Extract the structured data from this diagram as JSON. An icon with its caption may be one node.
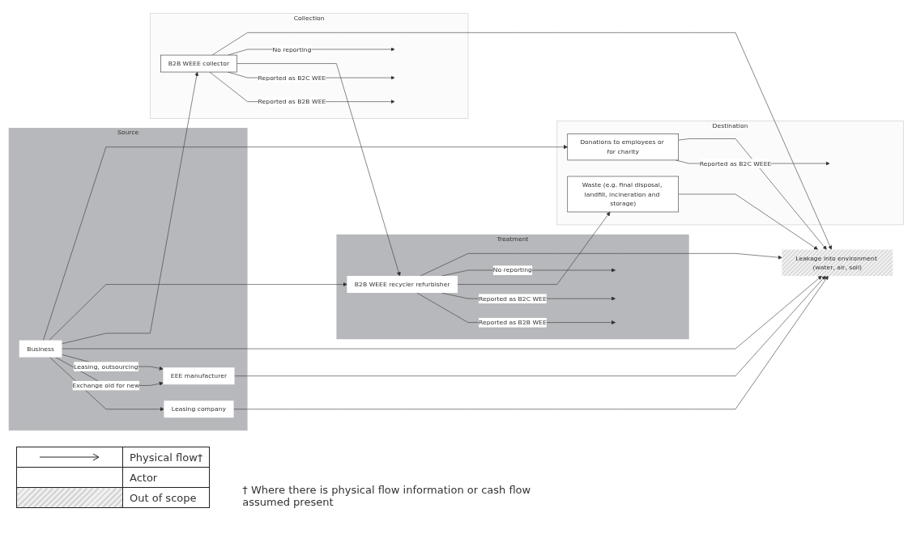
{
  "diagram": {
    "nodes": [
      {
        "text": [
          "Source"
        ]
      },
      {
        "text": [
          "EEE manufacturer"
        ],
        "in": 0
      },
      {
        "text": [
          "Leasing company"
        ],
        "in": 0
      },
      {
        "text": [
          "Business"
        ],
        "in": 0
      },
      {
        "text": [
          "Collection"
        ]
      },
      {
        "text": [
          "B2B WEEE collector"
        ],
        "in": 4
      },
      {
        "text": [
          "Treatment"
        ]
      },
      {
        "text": [
          "B2B WEEE recycler refurbisher"
        ],
        "in": 6
      },
      {
        "text": [
          "Destination"
        ]
      },
      {
        "text": [
          "Waste (e.g. final disposal, landfill, incineration and storage)"
        ],
        "in": 8
      },
      {
        "text": [
          "Donations to employees or for charity"
        ],
        "in": 8
      },
      {
        "text": [
          "Leakage into environment (water, air, soil)"
        ]
      }
    ],
    "edges": [
      {
        "from": 1,
        "to": 11,
        "arrow": "to"
      },
      {
        "from": 2,
        "to": 11,
        "arrow": "to"
      },
      {
        "from": 3,
        "to": 2,
        "arrow": "to"
      },
      {
        "from": 3,
        "to": 1,
        "label": "Exchange old for new",
        "arrow": "to"
      },
      {
        "from": 3,
        "to": 1,
        "label": "Leasing, outsourcing",
        "arrow": "to"
      },
      {
        "from": 3,
        "to": 11,
        "arrow": "to"
      },
      {
        "from": 3,
        "to": 5,
        "arrow": "to"
      },
      {
        "from": 3,
        "to": 7,
        "arrow": "to"
      },
      {
        "from": 3,
        "to": 10,
        "arrow": "to"
      },
      {
        "from": 5,
        "to": null,
        "label": "Reported as B2B WEE",
        "arrow": "to"
      },
      {
        "from": 5,
        "to": null,
        "label": "Reported as B2C WEE",
        "arrow": "to"
      },
      {
        "from": 5,
        "to": 7,
        "arrow": "to"
      },
      {
        "from": 5,
        "to": null,
        "label": "No  reporting",
        "arrow": "to"
      },
      {
        "from": 5,
        "to": 11,
        "arrow": "to"
      },
      {
        "from": 7,
        "to": null,
        "label": "Reported as B2B WEE",
        "arrow": "to"
      },
      {
        "from": 7,
        "to": null,
        "label": "Reported as B2C WEE",
        "arrow": "to"
      },
      {
        "from": 7,
        "to": 9,
        "arrow": "to"
      },
      {
        "from": 7,
        "to": null,
        "label": "No reporting",
        "arrow": "to"
      },
      {
        "from": 7,
        "to": 11,
        "arrow": "to"
      },
      {
        "from": 9,
        "to": 11,
        "arrow": "to"
      },
      {
        "from": 10,
        "to": null,
        "label": "Reported as B2C WEEE",
        "arrow": "to"
      },
      {
        "from": 10,
        "to": 11,
        "arrow": "to"
      }
    ],
    "labels": [
      "† Where there is physical flow information or cash flow assumed present"
    ],
    "legend": [
      {
        "text": "Physical flow†"
      },
      {
        "text": "Actor",
        "color": "#ffffff"
      },
      {
        "text": "Out of scope"
      }
    ]
  }
}
